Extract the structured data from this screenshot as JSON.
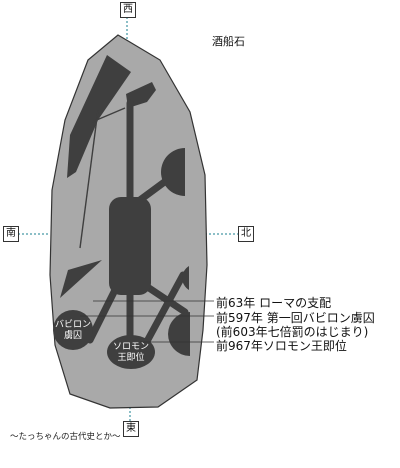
{
  "title": "酒船石",
  "compass": {
    "west": "西",
    "south": "南",
    "north": "北",
    "east": "東"
  },
  "annotations": [
    "前63年 ローマの支配",
    "前597年 第一回バビロン虜囚",
    "(前603年七倍罰のはじまり)",
    "前967年ソロモン王即位"
  ],
  "inner_labels": {
    "babylon": "バビロン虜囚",
    "solomon": "ソロモン王即位"
  },
  "footer": "〜たっちゃんの古代史とか〜",
  "colors": {
    "stone": "#a9a9a9",
    "carving": "#3f3f3f",
    "guide": "#1a7f8f"
  }
}
